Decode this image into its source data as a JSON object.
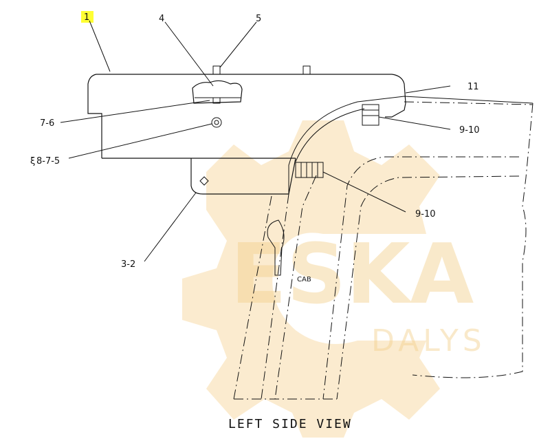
{
  "callouts": {
    "c1": "1",
    "c4": "4",
    "c5": "5",
    "c7_6": "7-6",
    "c8_7_5": "8-7-5",
    "c8_prefix": "ξ",
    "c11": "11",
    "c9_10_a": "9-10",
    "c9_10_b": "9-10",
    "c3_2": "3-2"
  },
  "cab_label": "CAB",
  "caption": "LEFT SIDE VIEW",
  "watermark": {
    "line1": "ESKA",
    "line2": "DALYS",
    "color": "#f3d08c"
  },
  "highlight_color": "#ffff33"
}
